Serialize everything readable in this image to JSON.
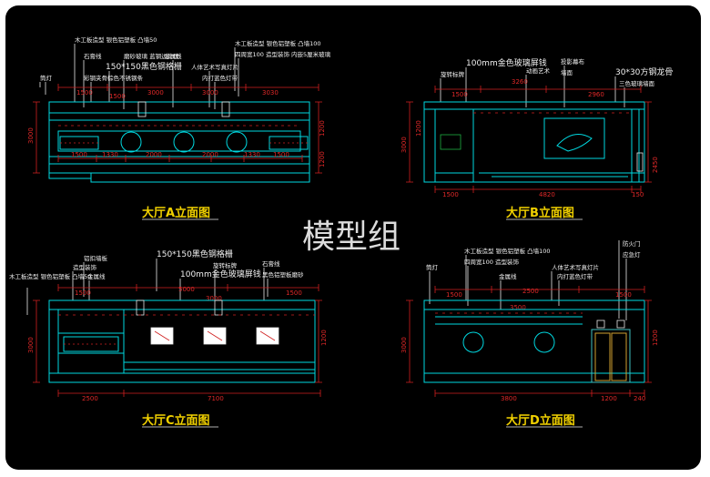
{
  "watermark": "模型组",
  "panels": {
    "a": {
      "title": "大厅A立面图",
      "labels": [
        "木工板造型 银色铝塑板 凸墙50",
        "石膏线",
        "磨砂玻璃 蓝钢边处理",
        "150*150黑色钢格栅",
        "彩钢夹骨棕色不锈钢条",
        "筒灯",
        "金属线",
        "木工板造型 银色铝塑板 凸墙100",
        "四周宽100 造型装饰 内嵌5厘米玻璃",
        "人体艺术写真灯片",
        "内打蓝色灯带"
      ],
      "top_dims": [
        "1500",
        "1500",
        "3000",
        "3000",
        "3030"
      ],
      "bottom_dims": [
        "1500",
        "1330",
        "2000",
        "2000",
        "1330",
        "1500"
      ],
      "side_dims": [
        "3000",
        "1200",
        "1200"
      ]
    },
    "b": {
      "title": "大厅B立面图",
      "labels": [
        "100mm金色玻璃屏钱",
        "旋转标牌",
        "动画艺术",
        "投影幕布",
        "墙面",
        "30*30方钢龙骨",
        "三色玻璃墙面"
      ],
      "top_dims": [
        "1500",
        "3260",
        "2960"
      ],
      "bottom_dims": [
        "1500",
        "4820",
        "150"
      ],
      "side_dims": [
        "3000",
        "1200",
        "2450"
      ]
    },
    "c": {
      "title": "大厅C立面图",
      "labels": [
        "150*150黑色钢格栅",
        "铝扣墙板",
        "造型装饰",
        "木工板造型 银色铝塑板 凸墙50",
        "金属线",
        "100mm金色玻璃屏钱",
        "旋转标牌",
        "石膏线",
        "黑色铝塑板磨砂"
      ],
      "top_dims": [
        "1500",
        "5000",
        "3000",
        "1500"
      ],
      "bottom_dims": [
        "2500",
        "7100"
      ],
      "side_dims": [
        "3000",
        "1200"
      ]
    },
    "d": {
      "title": "大厅D立面图",
      "labels": [
        "防火门",
        "应急灯",
        "筒灯",
        "木工板造型 银色铝塑板 凸墙100",
        "四周宽100 造型装饰",
        "金属线",
        "人体艺术写真灯片",
        "内打蓝色灯带"
      ],
      "top_dims": [
        "1500",
        "2500",
        "3500",
        "1500"
      ],
      "bottom_dims": [
        "3800",
        "1200",
        "240"
      ],
      "side_dims": [
        "3000",
        "1200"
      ]
    }
  }
}
